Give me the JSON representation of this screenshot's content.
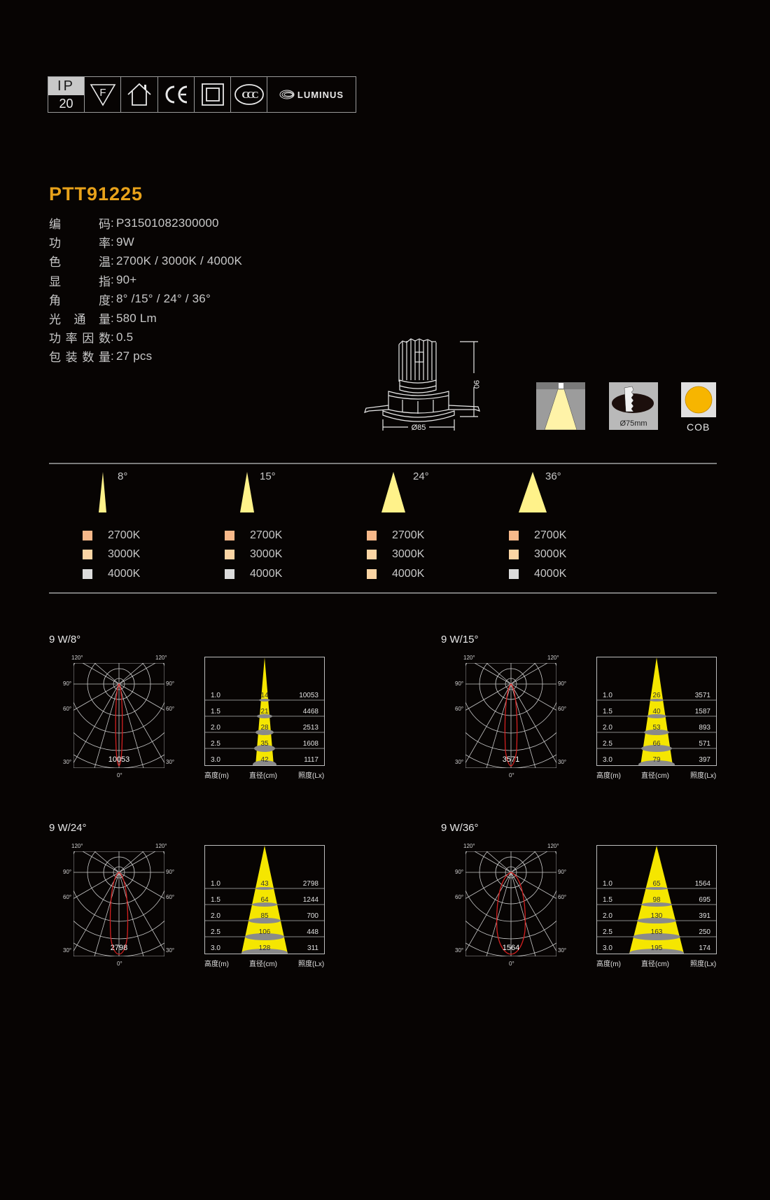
{
  "certifications": {
    "ip_label": "IP",
    "ip_value": "20",
    "icons": [
      "f-mark-icon",
      "indoor-use-icon",
      "ce-mark-icon",
      "class-ii-icon",
      "ccc-mark-icon",
      "luminus-logo"
    ],
    "ce_text": "CE",
    "f_text": "F",
    "ccc_text": "CCC",
    "brand": "LUMINUS"
  },
  "product": {
    "title": "PTT91225",
    "specs": [
      {
        "label": [
          "编",
          "码"
        ],
        "value": "P31501082300000"
      },
      {
        "label": [
          "功",
          "率"
        ],
        "value": "9W"
      },
      {
        "label": [
          "色",
          "温"
        ],
        "value": "2700K / 3000K / 4000K"
      },
      {
        "label": [
          "显",
          "指"
        ],
        "value": "90+"
      },
      {
        "label": [
          "角",
          "度"
        ],
        "value": "8°  /15°  / 24°  / 36°"
      },
      {
        "label": [
          "光",
          "通",
          "量"
        ],
        "value": "580 Lm"
      },
      {
        "label": [
          "功",
          "率",
          "因",
          "数"
        ],
        "value": "0.5"
      },
      {
        "label": [
          "包",
          "装",
          "数",
          "量"
        ],
        "value": "27 pcs"
      }
    ],
    "colon": ":"
  },
  "drawing": {
    "height_dim": "90",
    "diameter_dim": "Ø85"
  },
  "features": {
    "cutout": "Ø75mm",
    "led_type": "COB"
  },
  "beam_options": [
    {
      "angle": "8°",
      "swatches": [
        {
          "label": "2700K",
          "color": "#f7b98a"
        },
        {
          "label": "3000K",
          "color": "#fbd5a4"
        },
        {
          "label": "4000K",
          "color": "#dcdcdc"
        }
      ]
    },
    {
      "angle": "15°",
      "swatches": [
        {
          "label": "2700K",
          "color": "#f7b98a"
        },
        {
          "label": "3000K",
          "color": "#fbd5a4"
        },
        {
          "label": "4000K",
          "color": "#dcdcdc"
        }
      ]
    },
    {
      "angle": "24°",
      "swatches": [
        {
          "label": "2700K",
          "color": "#f7b98a"
        },
        {
          "label": "3000K",
          "color": "#fbd5a4"
        },
        {
          "label": "4000K",
          "color": "#fbd5a4"
        }
      ]
    },
    {
      "angle": "36°",
      "swatches": [
        {
          "label": "2700K",
          "color": "#f7b98a"
        },
        {
          "label": "3000K",
          "color": "#fbd5a4"
        },
        {
          "label": "4000K",
          "color": "#dcdcdc"
        }
      ]
    }
  ],
  "colors": {
    "background": "#070403",
    "title": "#e8a21a",
    "beam_yellow": "#fff28a",
    "chart_yellow": "#f5e600",
    "polar_curve": "#d42020",
    "cob": "#f7b500"
  },
  "chart_labels": {
    "polar_top": "120°",
    "polar_90": "90°",
    "polar_60": "60°",
    "polar_30": "30°",
    "polar_0": "0°",
    "footer_height": "高度(m)",
    "footer_diameter": "直径(cm)",
    "footer_lux": "照度(Lx)"
  },
  "chart_data": [
    {
      "type": "table",
      "title": "9 W/8°",
      "peak_cd": "10053",
      "columns": [
        "高度(m)",
        "直径(cm)",
        "照度(Lx)"
      ],
      "rows": [
        [
          "1.0",
          "14",
          "10053"
        ],
        [
          "1.5",
          "21",
          "4468"
        ],
        [
          "2.0",
          "28",
          "2513"
        ],
        [
          "2.5",
          "35",
          "1608"
        ],
        [
          "3.0",
          "42",
          "1117"
        ]
      ]
    },
    {
      "type": "table",
      "title": "9 W/15°",
      "peak_cd": "3571",
      "columns": [
        "高度(m)",
        "直径(cm)",
        "照度(Lx)"
      ],
      "rows": [
        [
          "1.0",
          "26",
          "3571"
        ],
        [
          "1.5",
          "40",
          "1587"
        ],
        [
          "2.0",
          "53",
          "893"
        ],
        [
          "2.5",
          "66",
          "571"
        ],
        [
          "3.0",
          "79",
          "397"
        ]
      ]
    },
    {
      "type": "table",
      "title": "9 W/24°",
      "peak_cd": "2798",
      "columns": [
        "高度(m)",
        "直径(cm)",
        "照度(Lx)"
      ],
      "rows": [
        [
          "1.0",
          "43",
          "2798"
        ],
        [
          "1.5",
          "64",
          "1244"
        ],
        [
          "2.0",
          "85",
          "700"
        ],
        [
          "2.5",
          "106",
          "448"
        ],
        [
          "3.0",
          "128",
          "311"
        ]
      ]
    },
    {
      "type": "table",
      "title": "9 W/36°",
      "peak_cd": "1564",
      "columns": [
        "高度(m)",
        "直径(cm)",
        "照度(Lx)"
      ],
      "rows": [
        [
          "1.0",
          "65",
          "1564"
        ],
        [
          "1.5",
          "98",
          "695"
        ],
        [
          "2.0",
          "130",
          "391"
        ],
        [
          "2.5",
          "163",
          "250"
        ],
        [
          "3.0",
          "195",
          "174"
        ]
      ]
    }
  ]
}
